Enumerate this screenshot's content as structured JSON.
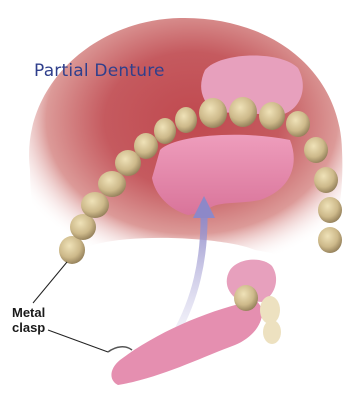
{
  "diagram": {
    "title": "Partial Denture",
    "callout": {
      "line1": "Metal",
      "line2": "clasp"
    },
    "colors": {
      "gum_glow": "#c0494f",
      "palate": "#e58fb0",
      "tooth": "#cdb98a",
      "arrow": "#8d88c8",
      "title_text": "#2f3f8c"
    }
  }
}
